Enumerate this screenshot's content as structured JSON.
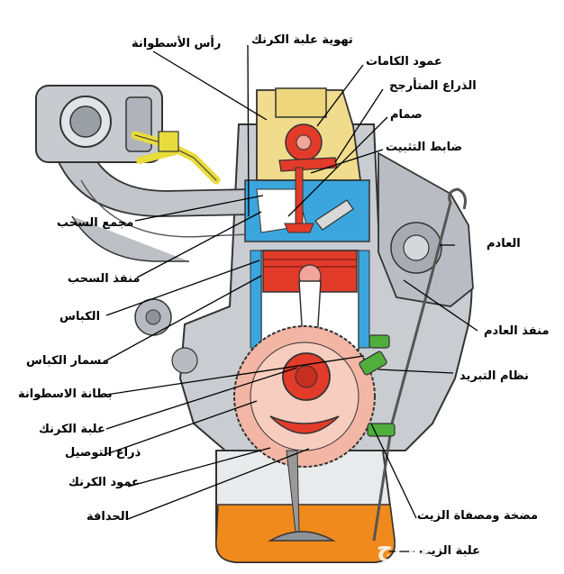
{
  "labels": {
    "cylinder_head": "رأس الأسطوانة",
    "crankcase_vent": "تهوية علبة الكرنك",
    "camshaft": "عمود الكامات",
    "rocker_arm": "الذراع المتأرجح",
    "valve": "صمام",
    "tappet": "ضابط التثبيت",
    "intake_manifold": "مجمع السحب",
    "intake_port": "منفذ السحب",
    "exhaust": "العادم",
    "piston": "الكباس",
    "exhaust_port": "منفذ العادم",
    "piston_pin": "مسمار الكباس",
    "cylinder_liner": "بطانة الاسطوانة",
    "cooling_system": "نظام التبريد",
    "crankcase": "علبة الكرنك",
    "connecting_rod": "ذراع التوصيل",
    "crankshaft": "عمود الكرنك",
    "flywheel": "الحدافة",
    "oil_pump_filter": "مضخة ومصفاة الزيت",
    "oil_pan": "علبة الزيت"
  },
  "watermark": "حراج",
  "colors": {
    "block": "#c9ccd1",
    "block_dark": "#8e939a",
    "coolant": "#3aa6dd",
    "piston_red": "#e23b2a",
    "gear_pink": "#f3b6a5",
    "oil_orange": "#f08a1c",
    "valve_gear_yellow": "#f0dc8c",
    "green_sensor": "#4fae3c"
  }
}
